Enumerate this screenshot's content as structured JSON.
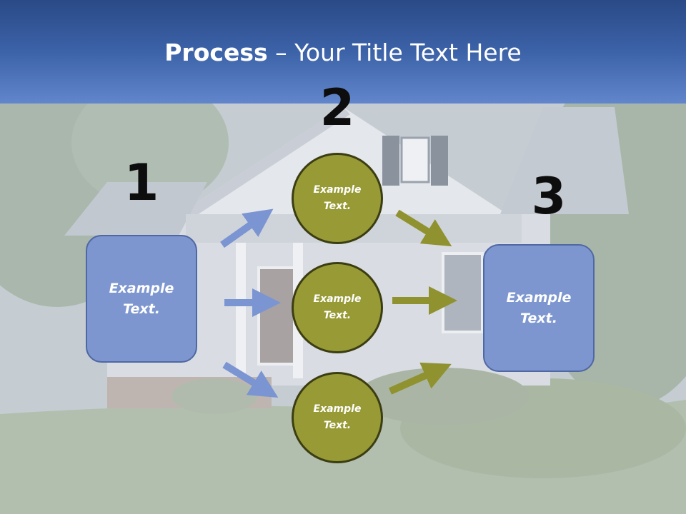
{
  "slide": {
    "title_strong": "Process",
    "title_rest": " – Your Title Text Here"
  },
  "steps": {
    "step1_number": "1",
    "step2_number": "2",
    "step3_number": "3"
  },
  "nodes": {
    "left_box": [
      "Example",
      "Text."
    ],
    "circle_top": [
      "Example",
      "Text."
    ],
    "circle_middle": [
      "Example",
      "Text."
    ],
    "circle_bottom": [
      "Example",
      "Text."
    ],
    "right_box": [
      "Example",
      "Text."
    ]
  },
  "colors": {
    "header_top": "#2a4a86",
    "header_bottom": "#6286cc",
    "box_fill": "#7d96cf",
    "circle_fill": "#979a35",
    "blue_arrow": "#7b94d2",
    "olive_arrow": "#8f922f"
  }
}
